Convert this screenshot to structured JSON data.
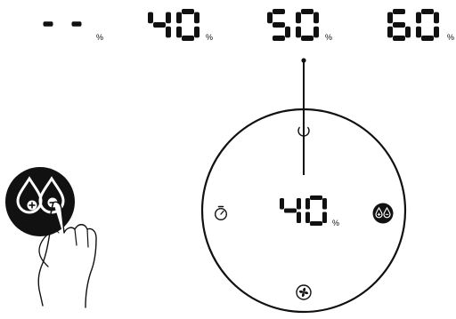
{
  "humidity_options": [
    {
      "digits": "--",
      "unit": "%"
    },
    {
      "digits": "40",
      "unit": "%"
    },
    {
      "digits": "50",
      "unit": "%"
    },
    {
      "digits": "60",
      "unit": "%"
    }
  ],
  "selected_option": 1,
  "panel": {
    "display": {
      "digits": "40",
      "unit": "%"
    },
    "icons": {
      "top": "power-icon",
      "left": "timer-icon",
      "right": "humidity-mode-icon",
      "bottom": "fan-icon"
    }
  },
  "hand_button_icon": "humidity-droplets-icon"
}
